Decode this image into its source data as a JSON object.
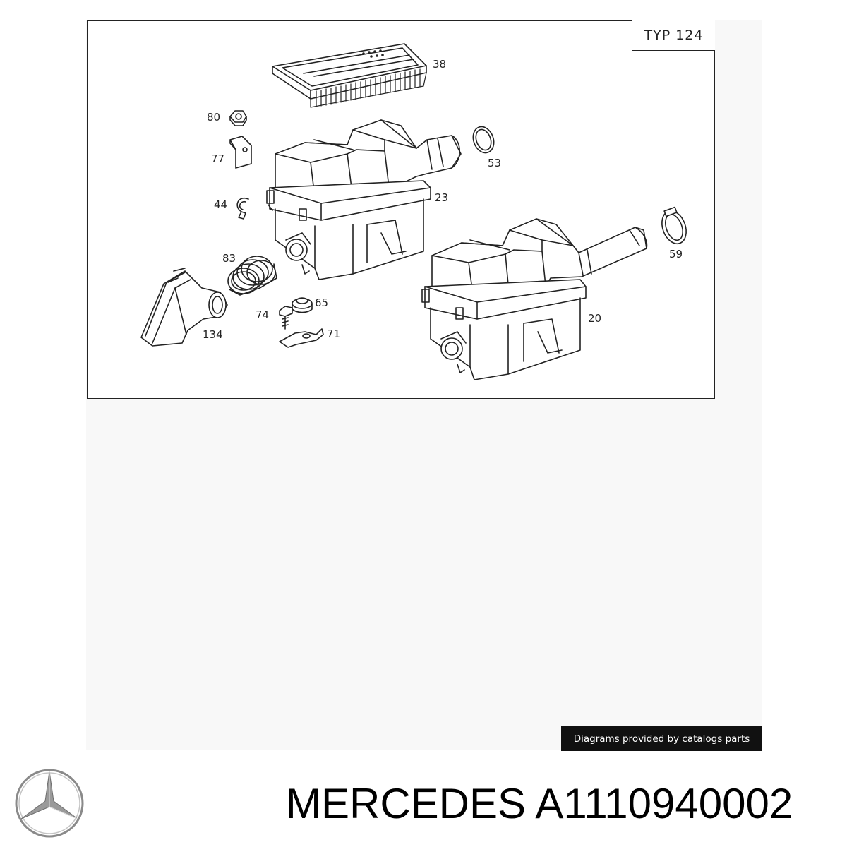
{
  "diagram": {
    "type_label": "TYP  124",
    "callouts": {
      "c38": "38",
      "c80": "80",
      "c77": "77",
      "c53": "53",
      "c23": "23",
      "c44": "44",
      "c59": "59",
      "c83": "83",
      "c65": "65",
      "c74": "74",
      "c134": "134",
      "c71": "71",
      "c20": "20"
    }
  },
  "watermark": {
    "text": "Diagrams provided by catalogs parts"
  },
  "footer": {
    "brand": "MERCEDES",
    "part_number": "A1110940002",
    "title": "MERCEDES  A1110940002",
    "logo": "mercedes-star-logo"
  }
}
